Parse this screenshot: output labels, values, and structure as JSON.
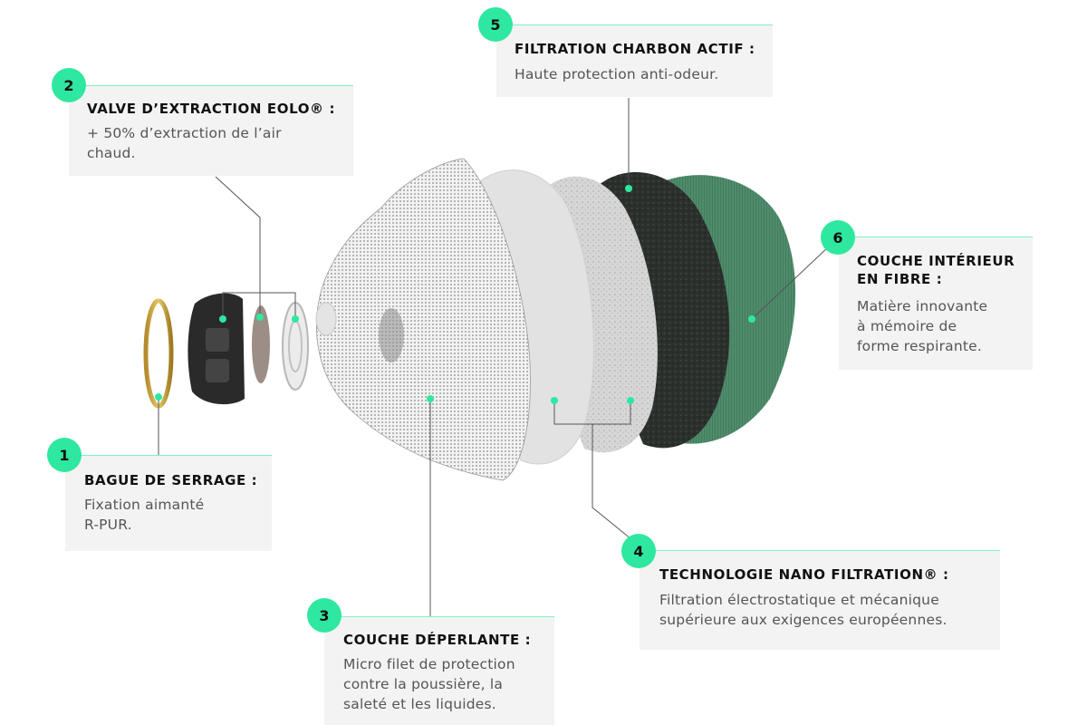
{
  "callouts": [
    {
      "number": "1",
      "title": "BAGUE DE SERRAGE :",
      "title_lines": [
        "BAGUE DE SERRAGE :"
      ],
      "desc_lines": [
        "Fixation aimanté",
        "R-PUR."
      ]
    },
    {
      "number": "2",
      "title": "VALVE D’EXTRACTION EOLO® :",
      "title_lines": [
        "VALVE D’EXTRACTION EOLO® :"
      ],
      "desc_lines": [
        "+ 50% d’extraction de l’air",
        "chaud."
      ]
    },
    {
      "number": "3",
      "title": "COUCHE DÉPERLANTE :",
      "title_lines": [
        "COUCHE DÉPERLANTE :"
      ],
      "desc_lines": [
        "Micro filet de protection",
        "contre la poussière, la",
        "saleté et les liquides."
      ]
    },
    {
      "number": "4",
      "title": "TECHNOLOGIE NANO FILTRATION® :",
      "title_lines": [
        "TECHNOLOGIE NANO FILTRATION® :"
      ],
      "desc_lines": [
        "Filtration électrostatique et mécanique",
        "supérieure aux exigences européennes."
      ]
    },
    {
      "number": "5",
      "title": "FILTRATION CHARBON ACTIF :",
      "title_lines": [
        "FILTRATION CHARBON ACTIF :"
      ],
      "desc_lines": [
        "Haute protection anti-odeur."
      ]
    },
    {
      "number": "6",
      "title": "COUCHE INTÉRIEUR EN FIBRE :",
      "title_lines": [
        "COUCHE INTÉRIEUR",
        "EN FIBRE :"
      ],
      "desc_lines": [
        "Matière innovante",
        "à mémoire de",
        "forme respirante."
      ]
    }
  ],
  "colors": {
    "accent": "#2ee89f",
    "panel": "#f3f3f3",
    "connector": "#555555"
  }
}
